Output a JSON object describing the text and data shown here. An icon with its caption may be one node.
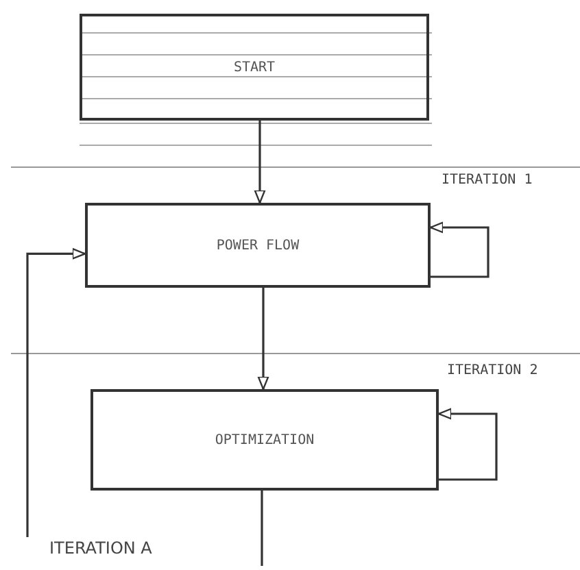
{
  "diagram": {
    "nodes": [
      {
        "text": [
          "START"
        ]
      },
      {
        "text": [
          "POWER FLOW"
        ]
      },
      {
        "text": [
          "OPTIMIZATION"
        ]
      }
    ],
    "edges": [
      {
        "from": 0,
        "to": 1,
        "arrow": "to"
      },
      {
        "from": 1,
        "to": 1,
        "arrow": "to"
      },
      {
        "from": 1,
        "to": 2,
        "arrow": "to"
      },
      {
        "from": 2,
        "to": 2,
        "arrow": "to"
      },
      {
        "from": 2,
        "to": null,
        "arrow": "none"
      },
      {
        "from": null,
        "to": 1,
        "arrow": "to"
      }
    ],
    "labels": [
      "ITERATION 1",
      "ITERATION 2",
      "ITERATION A"
    ]
  }
}
